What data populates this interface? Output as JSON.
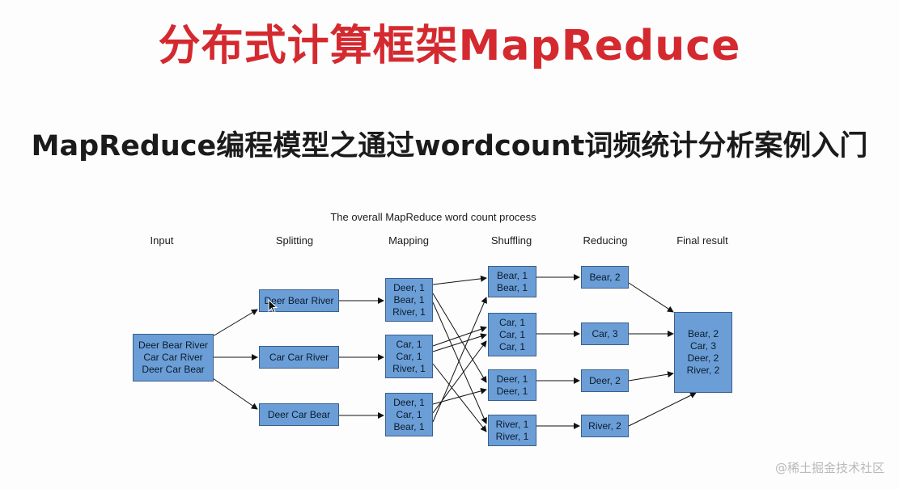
{
  "header": {
    "main_title": "分布式计算框架MapReduce",
    "subtitle": "MapReduce编程模型之通过wordcount词频统计分析案例入门"
  },
  "diagram": {
    "title": "The overall MapReduce word count process",
    "stages": [
      "Input",
      "Splitting",
      "Mapping",
      "Shuffling",
      "Reducing",
      "Final result"
    ],
    "input": [
      "Deer Bear River",
      "Car Car River",
      "Deer Car Bear"
    ],
    "splits": [
      [
        "Deer Bear River"
      ],
      [
        "Car Car River"
      ],
      [
        "Deer Car Bear"
      ]
    ],
    "maps": [
      [
        "Deer, 1",
        "Bear, 1",
        "River, 1"
      ],
      [
        "Car, 1",
        "Car, 1",
        "River, 1"
      ],
      [
        "Deer, 1",
        "Car, 1",
        "Bear, 1"
      ]
    ],
    "shuffles": [
      [
        "Bear, 1",
        "Bear, 1"
      ],
      [
        "Car, 1",
        "Car, 1",
        "Car, 1"
      ],
      [
        "Deer, 1",
        "Deer, 1"
      ],
      [
        "River, 1",
        "River, 1"
      ]
    ],
    "reduces": [
      [
        "Bear, 2"
      ],
      [
        "Car, 3"
      ],
      [
        "Deer, 2"
      ],
      [
        "River, 2"
      ]
    ],
    "final": [
      "Bear, 2",
      "Car, 3",
      "Deer, 2",
      "River, 2"
    ],
    "colors": {
      "box_fill": "#6b9ed6",
      "box_border": "#3b5f8c",
      "title_red": "#d42a2f"
    }
  },
  "watermark": "@稀土掘金技术社区"
}
